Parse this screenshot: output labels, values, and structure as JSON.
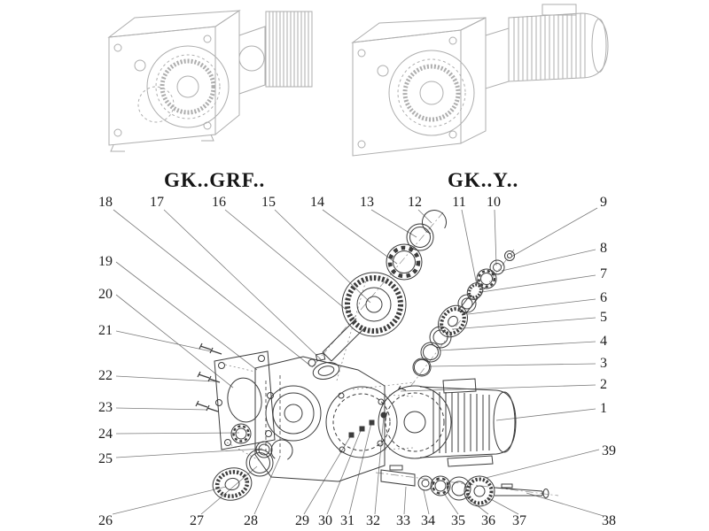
{
  "colors": {
    "background": "#ffffff",
    "exploded_ink": "#3c3c3c",
    "assembled_drawing": "#aeaeae",
    "leader_line": "#7a7a7a",
    "text": "#1c1c1c"
  },
  "labels": {
    "grf": "GK..GRF..",
    "y": "GK..Y.."
  },
  "callouts": {
    "n1": "1",
    "n2": "2",
    "n3": "3",
    "n4": "4",
    "n5": "5",
    "n6": "6",
    "n7": "7",
    "n8": "8",
    "n9": "9",
    "n10": "10",
    "n11": "11",
    "n12": "12",
    "n13": "13",
    "n14": "14",
    "n15": "15",
    "n16": "16",
    "n17": "17",
    "n18": "18",
    "n19": "19",
    "n20": "20",
    "n21": "21",
    "n22": "22",
    "n23": "23",
    "n24": "24",
    "n25": "25",
    "n26": "26",
    "n27": "27",
    "n28": "28",
    "n29": "29",
    "n30": "30",
    "n31": "31",
    "n32": "32",
    "n33": "33",
    "n34": "34",
    "n35": "35",
    "n36": "36",
    "n37": "37",
    "n38": "38",
    "n39": "39"
  }
}
